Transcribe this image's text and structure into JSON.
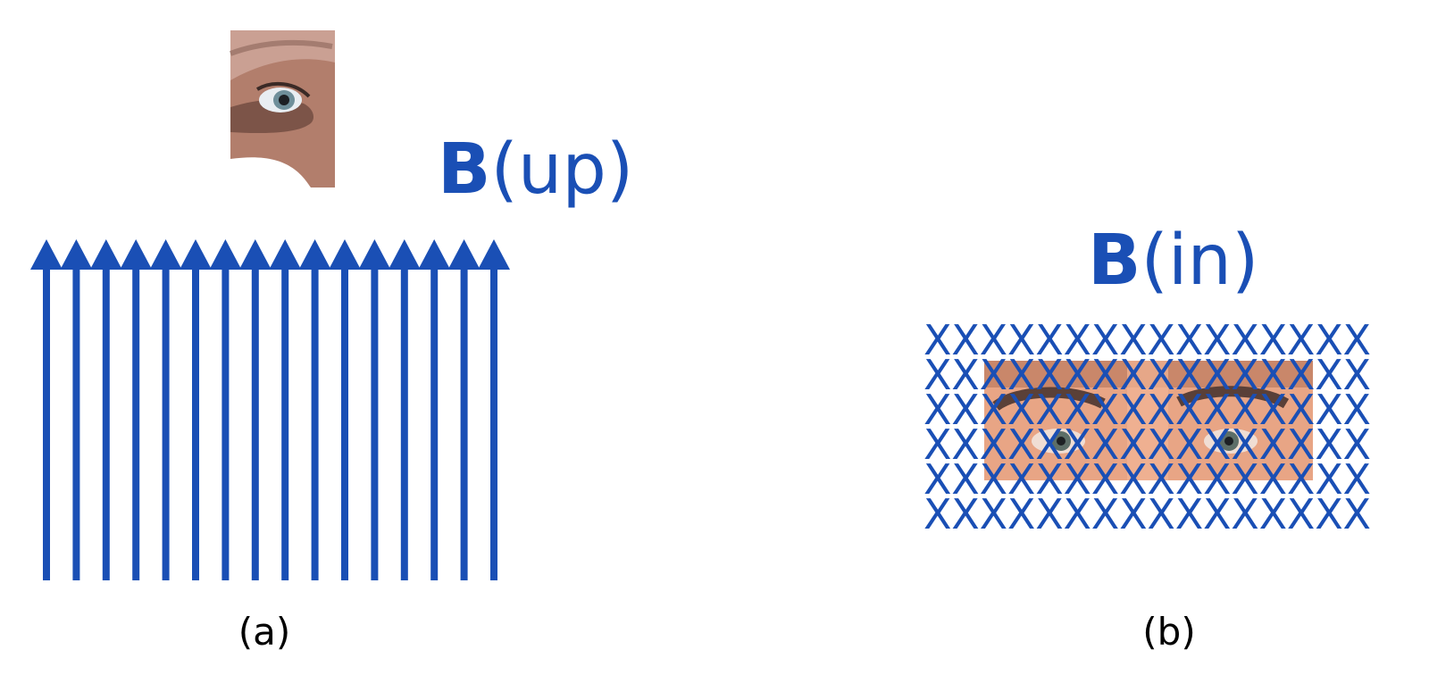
{
  "panel_a": {
    "field_label_bold": "B",
    "field_label_rest": "(up)",
    "caption": "(a)",
    "arrow_count": 16,
    "observer_image": "eye-looking-down-photo"
  },
  "panel_b": {
    "field_label_bold": "B",
    "field_label_rest": "(in)",
    "caption": "(b)",
    "cross_symbol": "X",
    "cross_rows": 6,
    "cross_columns": 16,
    "observer_image": "two-eyes-looking-out-photo"
  },
  "colors": {
    "field": "#1a4fb5",
    "caption": "#000000",
    "skin": "#e8a585",
    "skin_dark": "#b8765c",
    "eye_iris": "#5d6e68",
    "eyebrow": "#5a4038"
  }
}
